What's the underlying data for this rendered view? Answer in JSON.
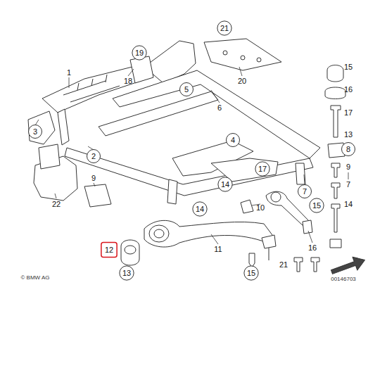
{
  "diagram": {
    "labels": [
      "1",
      "19",
      "18",
      "21",
      "20",
      "5",
      "6",
      "3",
      "2",
      "4",
      "17",
      "14",
      "9",
      "22",
      "7",
      "14",
      "10",
      "15",
      "12",
      "13",
      "11",
      "16",
      "15",
      "15",
      "16",
      "17",
      "13",
      "8",
      "9",
      "7",
      "14",
      "21",
      "© BMW AG",
      "00146703"
    ]
  }
}
